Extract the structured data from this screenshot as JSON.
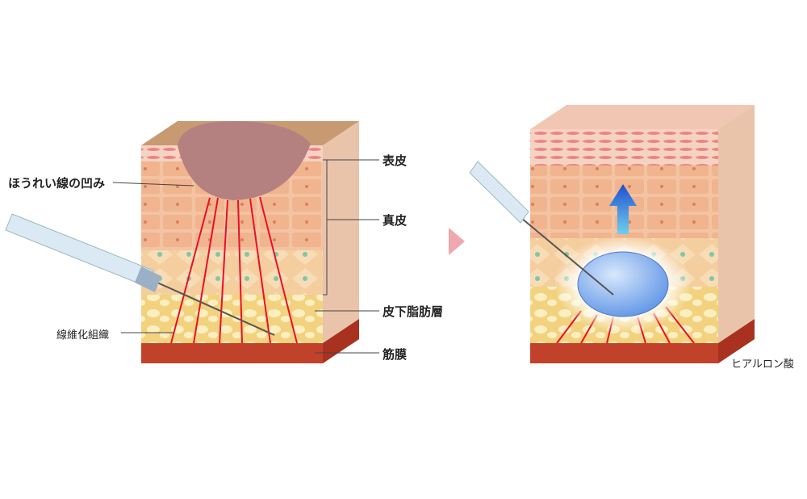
{
  "labels": {
    "nasolabial_dent": "ほうれい線の凹み",
    "epidermis": "表皮",
    "dermis": "真皮",
    "subcutaneous_fat": "皮下脂肪層",
    "fascia": "筋膜",
    "fibrotic_tissue": "線維化組織",
    "hyaluronic_acid": "ヒアルロン酸"
  },
  "colors": {
    "epidermis": "#f4c9b0",
    "dermis": "#f0b996",
    "fat": "#f6dd9a",
    "fascia": "#c2412a",
    "fiber": "#e8102a",
    "arrow": "#f0a7ae",
    "hyaluronic": "#7fb0f0"
  }
}
